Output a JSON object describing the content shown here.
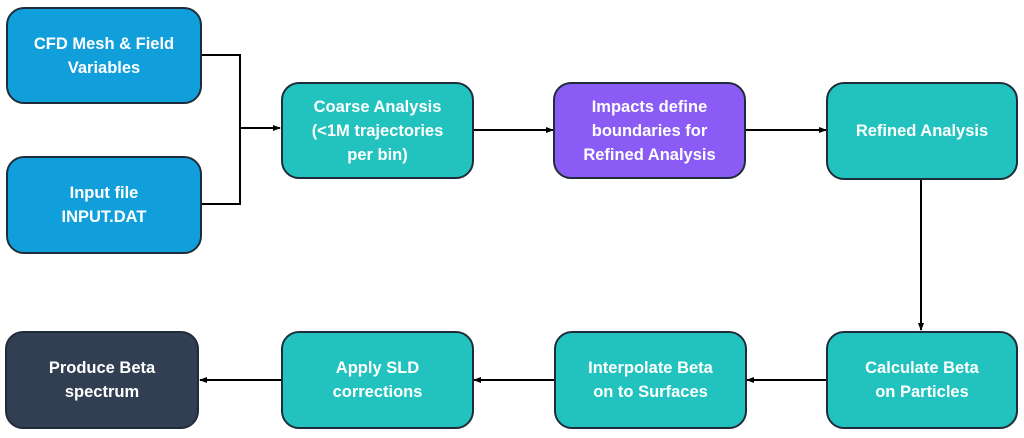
{
  "diagram": {
    "colors": {
      "input": "#119fdc",
      "process": "#22c3bf",
      "decision": "#8b5cf5",
      "output": "#323f52",
      "border": "#1f2d3a",
      "edge": "#000000"
    },
    "nodes": {
      "cfd_mesh": "CFD Mesh & Field\nVariables",
      "input_file": "Input file\nINPUT.DAT",
      "coarse": "Coarse Analysis\n(<1M trajectories\nper bin)",
      "impacts": "Impacts define\nboundaries for\nRefined Analysis",
      "refined": "Refined Analysis",
      "calc_beta": "Calculate Beta\non Particles",
      "interp_beta": "Interpolate Beta\non to Surfaces",
      "sld": "Apply SLD\ncorrections",
      "produce": "Produce Beta\nspectrum"
    },
    "edges": [
      {
        "from": "cfd_mesh",
        "to": "coarse"
      },
      {
        "from": "input_file",
        "to": "coarse"
      },
      {
        "from": "coarse",
        "to": "impacts"
      },
      {
        "from": "impacts",
        "to": "refined"
      },
      {
        "from": "refined",
        "to": "calc_beta"
      },
      {
        "from": "calc_beta",
        "to": "interp_beta"
      },
      {
        "from": "interp_beta",
        "to": "sld"
      },
      {
        "from": "sld",
        "to": "produce"
      }
    ]
  }
}
